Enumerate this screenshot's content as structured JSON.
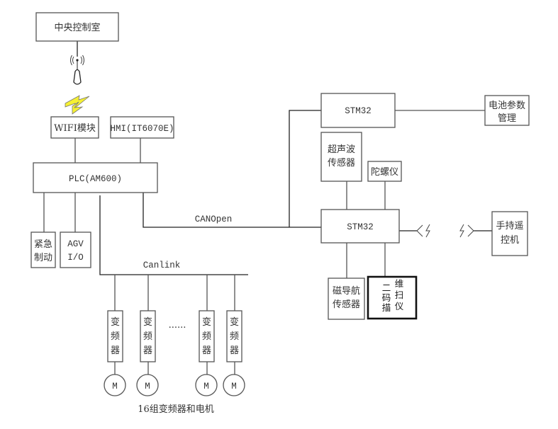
{
  "diagram": {
    "nodes": {
      "control_room": {
        "label": "中央控制室"
      },
      "wifi": {
        "label": "WIFI模块"
      },
      "hmi": {
        "label": "HMI(IT6070E)"
      },
      "plc": {
        "label": "PLC(AM600)"
      },
      "estop": {
        "lines": [
          "紧急",
          "制动"
        ]
      },
      "agv_io": {
        "lines": [
          "AGV",
          "I/O"
        ]
      },
      "stm32_top": {
        "label": "STM32"
      },
      "battery": {
        "lines": [
          "电池参数",
          "管理"
        ]
      },
      "ultrasonic": {
        "lines": [
          "超声波",
          "传感器"
        ]
      },
      "gyro": {
        "label": "陀螺仪"
      },
      "stm32_main": {
        "label": "STM32"
      },
      "remote": {
        "lines": [
          "手持遥",
          "控机"
        ]
      },
      "magnetic": {
        "lines": [
          "磁导航",
          "传感器"
        ]
      },
      "qr_scanner": {
        "cols": [
          [
            "二",
            "码",
            "描"
          ],
          [
            "维",
            "扫",
            "仪"
          ]
        ]
      },
      "inverters": [
        {
          "chars": [
            "变",
            "频",
            "器"
          ],
          "motor": "M"
        },
        {
          "chars": [
            "变",
            "频",
            "器"
          ],
          "motor": "M"
        },
        {
          "chars": [
            "变",
            "频",
            "器"
          ],
          "motor": "M"
        },
        {
          "chars": [
            "变",
            "频",
            "器"
          ],
          "motor": "M"
        }
      ]
    },
    "bus_labels": {
      "canopen": "CANOpen",
      "canlink": "Canlink",
      "ellipsis": "......"
    },
    "caption": "16组变频器和电机",
    "icons": {
      "antenna": "wireless-antenna-icon",
      "lightning": "lightning-bolt-icon",
      "wireless_link": "wireless-link-icon"
    },
    "colors": {
      "lightning_fill": "#f5f032",
      "line": "#555555",
      "highlight_border": "#111111"
    }
  }
}
